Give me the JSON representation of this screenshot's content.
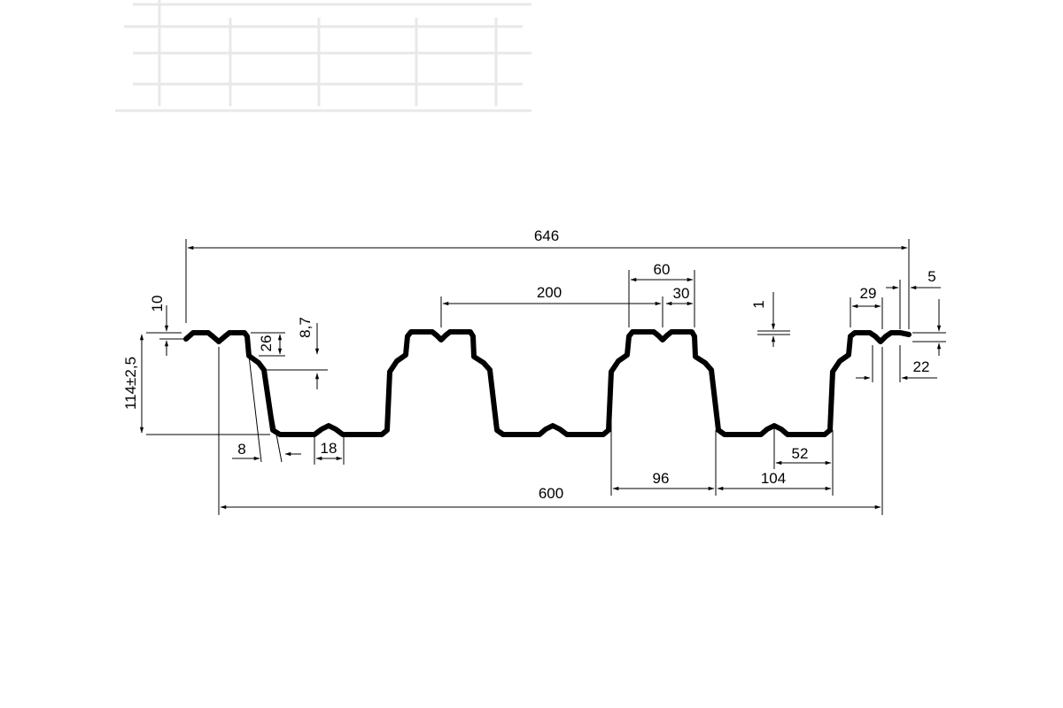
{
  "labels": {
    "overall_width": "646",
    "cover_width": "600",
    "total_height": "114±2,5",
    "edge_drop": "10",
    "stiffener_depth": "26",
    "stiffener_offset": "8,7",
    "flange_pitch": "200",
    "top_flange": "60",
    "top_groove": "30",
    "sheet_thickness": "1",
    "end_flange": "29",
    "end_lip": "5",
    "end_height": "22",
    "web_offset": "8",
    "bottom_groove": "18",
    "bottom_width": "96",
    "bottom_pitch": "104",
    "bottom_flange": "52"
  }
}
